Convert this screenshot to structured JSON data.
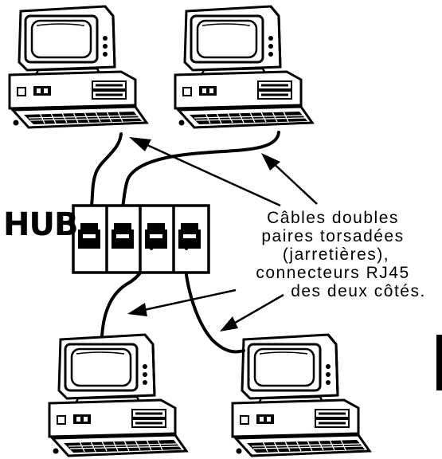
{
  "hub": {
    "label": "HUB",
    "ports": 4
  },
  "caption": {
    "lines": [
      "Câbles doubles",
      "paires torsadées",
      "(jarretières),",
      "connecteurs RJ45",
      "des deux côtés."
    ]
  },
  "computers": [
    {
      "id": "top-left"
    },
    {
      "id": "top-right"
    },
    {
      "id": "bottom-left"
    },
    {
      "id": "bottom-right"
    }
  ],
  "colors": {
    "ink": "#000000",
    "paper": "#ffffff"
  }
}
